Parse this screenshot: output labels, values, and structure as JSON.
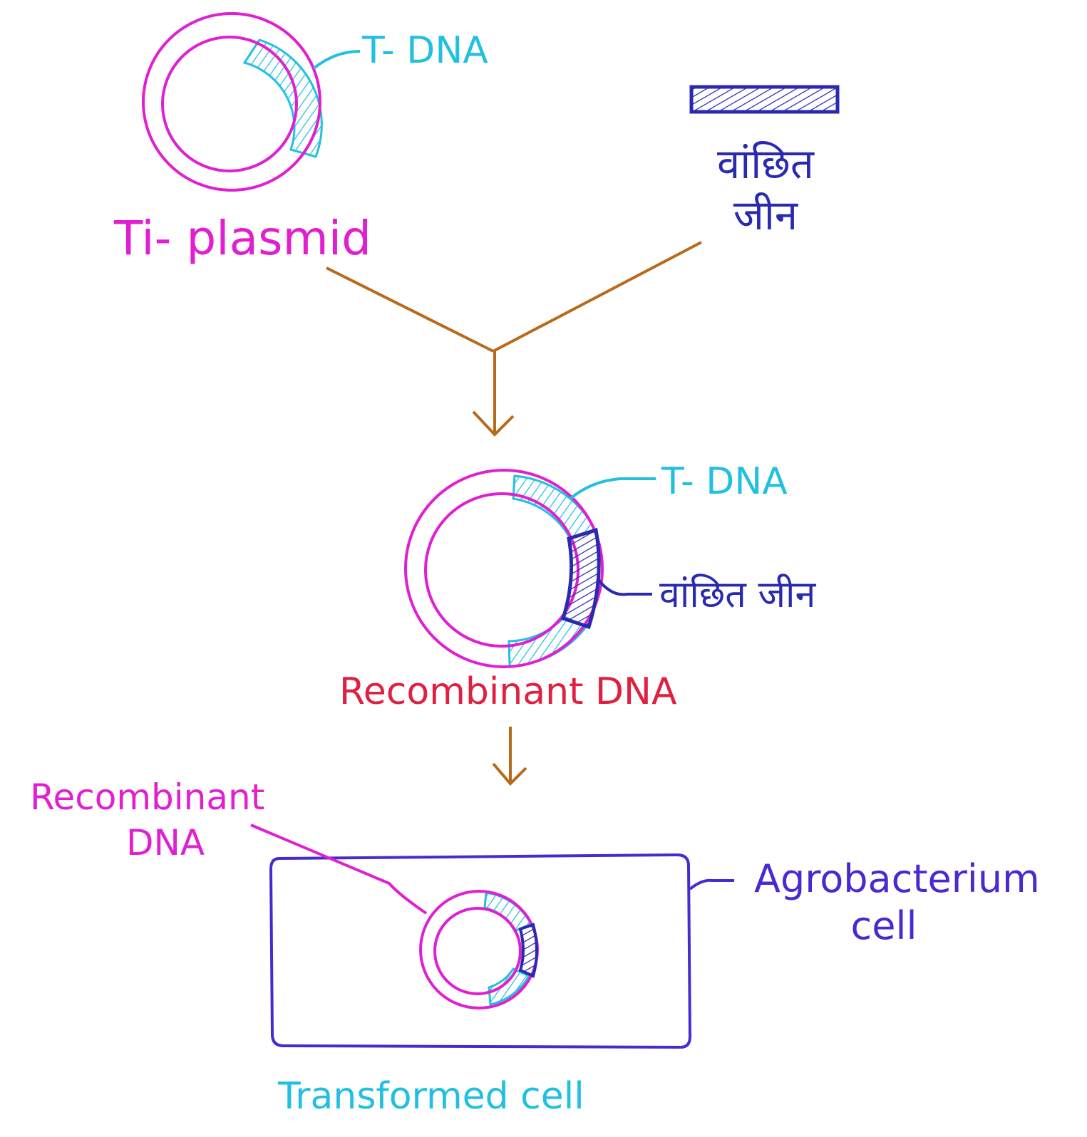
{
  "colors": {
    "plasmid": "#e020d0",
    "t_dna": "#22c0e0",
    "gene": "#2a2ab0",
    "arrow": "#b86a1c",
    "recombinant_label": "#e02040",
    "cell": "#4a2ad0",
    "transformed_label": "#22c0e0"
  },
  "labels": {
    "t_dna_top": "T- DNA",
    "ti_plasmid": "Ti- plasmid",
    "desired_gene_top": [
      "वांछित",
      "जीन"
    ],
    "t_dna_middle": "T- DNA",
    "desired_gene_middle": "वांछित जीन",
    "recombinant_dna_middle": "Recombinant DNA",
    "recombinant_dna_bottom": [
      "Recombinant",
      "DNA"
    ],
    "agrobacterium_cell": [
      "Agrobacterium",
      "cell"
    ],
    "transformed_cell": "Transformed cell"
  }
}
